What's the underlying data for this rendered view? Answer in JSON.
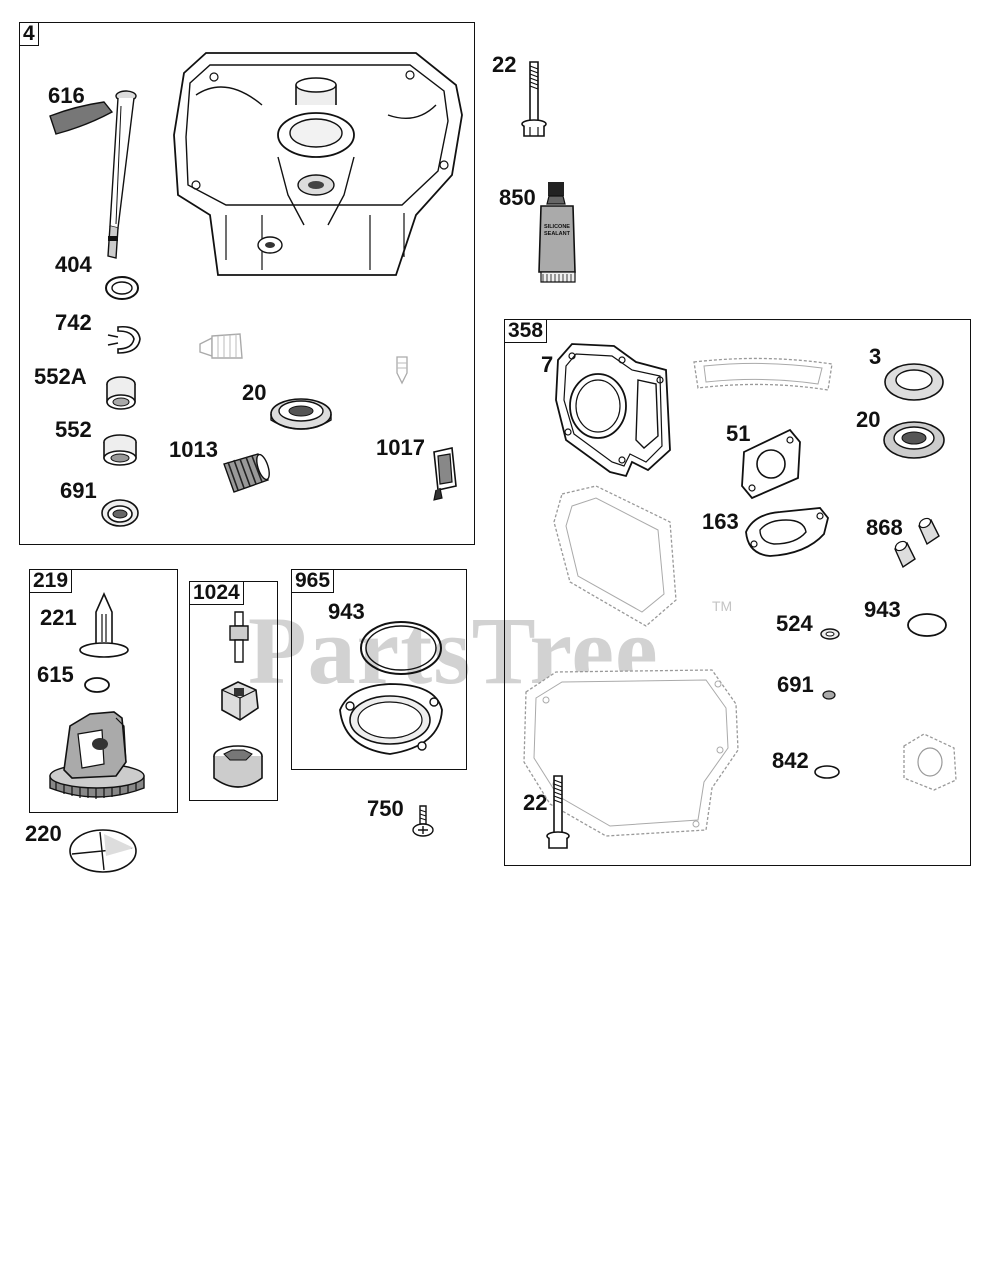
{
  "watermark": {
    "text": "PartsTree",
    "tm": "TM"
  },
  "groups": {
    "g4": "4",
    "g219": "219",
    "g1024": "1024",
    "g965": "965",
    "g358": "358"
  },
  "labels": {
    "p616": "616",
    "p404": "404",
    "p742": "742",
    "p552A": "552A",
    "p552": "552",
    "p691a": "691",
    "p20a": "20",
    "p1013": "1013",
    "p1017": "1017",
    "p22a": "22",
    "p850": "850",
    "p221": "221",
    "p615": "615",
    "p220": "220",
    "p943a": "943",
    "p750": "750",
    "p7": "7",
    "p3": "3",
    "p20b": "20",
    "p51": "51",
    "p163": "163",
    "p868": "868",
    "p524": "524",
    "p943b": "943",
    "p691b": "691",
    "p842": "842",
    "p22b": "22"
  },
  "tube_text": {
    "line1": "SILICONE",
    "line2": "SEALANT"
  }
}
